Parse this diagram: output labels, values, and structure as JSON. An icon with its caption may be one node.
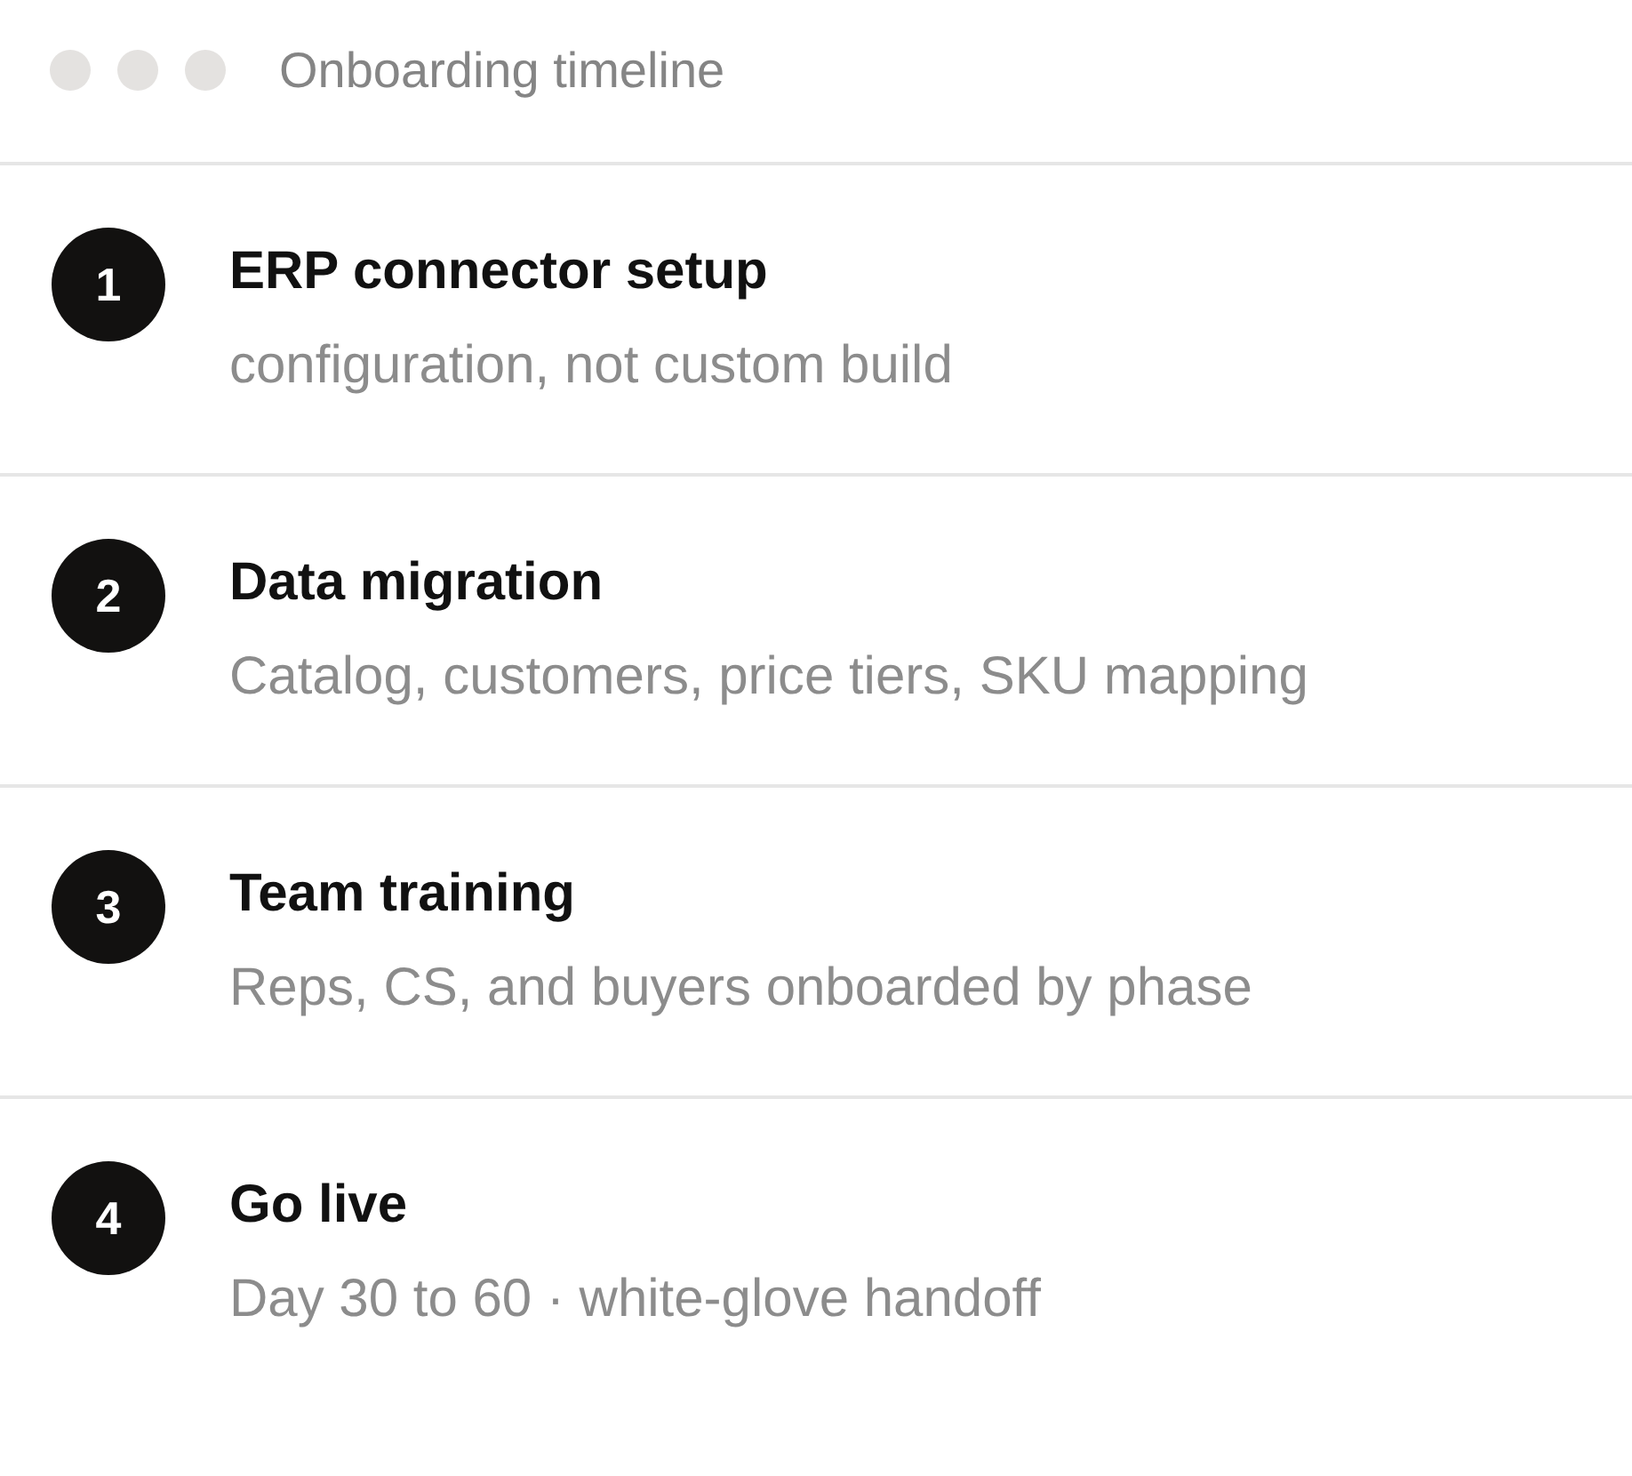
{
  "diagram": {
    "title": "Onboarding timeline",
    "nodes": [
      {
        "text": [
          "1"
        ],
        "beside": [
          "ERP connector setup",
          "configuration, not custom build"
        ]
      },
      {
        "text": [
          "2"
        ],
        "beside": [
          "Data migration",
          "Catalog, customers, price tiers, SKU mapping"
        ]
      },
      {
        "text": [
          "3"
        ],
        "beside": [
          "Team training",
          "Reps, CS, and buyers onboarded by phase"
        ]
      },
      {
        "text": [
          "4"
        ],
        "beside": [
          "Go live",
          "Day 30 to 60 · white-glove handoff"
        ]
      }
    ]
  }
}
